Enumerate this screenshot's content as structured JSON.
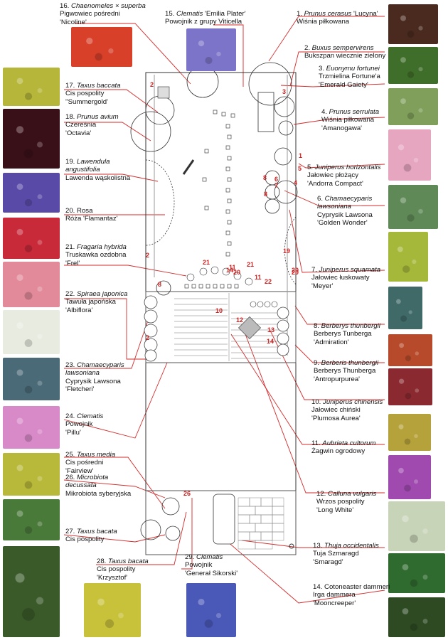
{
  "plants": [
    {
      "id": "1",
      "lat": "Prunus cerasus",
      "cult": "'Lucyna'",
      "pl": "Wiśnia piłkowana",
      "color": "#4a2a1e"
    },
    {
      "id": "2",
      "lat": "Buxus sempervirens",
      "cult": "",
      "pl": "Bukszpan wiecznie zielony",
      "color": "#3f6e2a"
    },
    {
      "id": "3",
      "lat": "Euonymu fortunei",
      "cult": "",
      "pl": "Trzmielina Fortune'a",
      "pl2": "'Emerald Gaiety'",
      "color": "#7f9f5a"
    },
    {
      "id": "4",
      "lat": "Prunus serrulata",
      "cult": "",
      "pl": "Wiśnia piłkowana",
      "pl2": "'Amanogawa'",
      "color": "#e6a6c0"
    },
    {
      "id": "5",
      "lat": "Juniperus horizontalis",
      "cult": "",
      "pl": "Jałowiec płożący",
      "pl2": "'Andorra Compact'",
      "color": "#5f8a58"
    },
    {
      "id": "6",
      "lat": "Chamaecyparis",
      "lat2": "lawsoniana",
      "pl": "Cyprysik Lawsona",
      "pl2": "'Golden Wonder'",
      "color": "#a6b83a"
    },
    {
      "id": "7",
      "lat": "Juniperus squamata",
      "cult": "",
      "pl": "Jałowiec łuskowaty",
      "pl2": "'Meyer'",
      "color": "#3f6a68"
    },
    {
      "id": "8",
      "lat": "Berberys thunbergii",
      "cult": "",
      "pl": "Berberys Tunberga",
      "pl2": "'Admiration'",
      "color": "#b64a2a"
    },
    {
      "id": "9",
      "lat": "Berberis thunbergii",
      "cult": "",
      "pl": "Berberys Thunberga",
      "pl2": "'Antropurpurea'",
      "color": "#8a2a30"
    },
    {
      "id": "10",
      "lat": "Juniperus chinensis",
      "cult": "",
      "pl": "Jałowiec chiński",
      "pl2": "'Plumosa Aurea'",
      "color": "#b6a23a"
    },
    {
      "id": "11",
      "lat": "Aubrieta cultorum",
      "cult": "",
      "pl": "Żagwin ogrodowy",
      "color": "#a04ab0"
    },
    {
      "id": "12",
      "lat": "Calluna vulgaris",
      "cult": "",
      "pl": "Wrzos pospolity",
      "pl2": "'Long White'",
      "color": "#c8d4b8"
    },
    {
      "id": "13",
      "lat": "Thuja occidentalis",
      "cult": "",
      "pl": "Tuja Szmaragd",
      "pl2": "'Smaragd'",
      "color": "#2f6a2e"
    },
    {
      "id": "14",
      "lat": "",
      "plain": "Cotoneaster dammeri",
      "pl": "Irga dammera",
      "pl2": "'Mooncreeper'",
      "color": "#2d4a22"
    },
    {
      "id": "15",
      "lat": "Clematis",
      "cult": "'Emilia Plater'",
      "pl": "Powojnik z grupy Viticella",
      "color": "#7c74c8"
    },
    {
      "id": "16",
      "lat": "Chaenomeles × superba",
      "cult": "",
      "pl": "Pigwowiec pośredni",
      "pl2": "'Nicoline'",
      "color": "#d8402a"
    },
    {
      "id": "17",
      "lat": "Taxus baccata",
      "cult": "",
      "pl": "Cis pospolity",
      "pl2": "''Summergold'",
      "color": "#b6b63a"
    },
    {
      "id": "18",
      "lat": "Prunus avium",
      "cult": "",
      "pl": "Czereśnia",
      "pl2": "'Octavia'",
      "color": "#3a1018"
    },
    {
      "id": "19",
      "lat": "Lawendula",
      "lat2": "angustifolia",
      "pl": "Lawenda wąskolistna",
      "color": "#5a4aa8"
    },
    {
      "id": "20",
      "lat": "",
      "plain": "Rosa",
      "pl": "Róża 'Flamantaz'",
      "color": "#c82a3a"
    },
    {
      "id": "21",
      "lat": "Fragaria hybrida",
      "cult": "",
      "pl": "Truskawka ozdobna",
      "pl2": "'Frel'",
      "color": "#e28a9a"
    },
    {
      "id": "22",
      "lat": "Spiraea japonica",
      "cult": "",
      "pl": "Tawuła japońska",
      "pl2": "'Albiflora'",
      "color": "#e8ece0"
    },
    {
      "id": "23",
      "lat": "Chamaecyparis",
      "lat2": "lawsoniana",
      "pl": "Cyprysik Lawsona",
      "pl2": "'Fletcheri'",
      "color": "#4a6a78"
    },
    {
      "id": "24",
      "lat": "Clematis",
      "cult": "",
      "pl": "Powojnik",
      "pl2": "'Pillu'",
      "color": "#d88ac8"
    },
    {
      "id": "25",
      "lat": "Taxus media",
      "cult": "",
      "pl": "Cis pośredni",
      "pl2": "'Fairview'",
      "color": "#b8b83a"
    },
    {
      "id": "26",
      "lat": "Microbiota",
      "lat2": "decussata",
      "pl": "Mikrobiota syberyjska",
      "color": "#4a7a3a"
    },
    {
      "id": "27",
      "lat": "Taxus bacata",
      "cult": "",
      "pl": "Cis pospolity",
      "color": "#3a5a2a"
    },
    {
      "id": "28",
      "lat": "Taxus bacata",
      "cult": "",
      "pl": "Cis pospolity",
      "pl2": "'Krzysztof'",
      "color": "#c8c23a"
    },
    {
      "id": "29",
      "lat": "Clematis",
      "cult": "",
      "pl": "Powojnik",
      "pl2": "'Generał Sikorski'",
      "color": "#4a58b8"
    }
  ],
  "plan_numbers": [
    "1",
    "2",
    "2",
    "3",
    "4",
    "5",
    "6",
    "7",
    "8",
    "8",
    "8",
    "10",
    "11",
    "11",
    "12",
    "13",
    "14",
    "19",
    "20",
    "21",
    "21",
    "22",
    "26",
    "14",
    "20",
    "2",
    "20"
  ]
}
